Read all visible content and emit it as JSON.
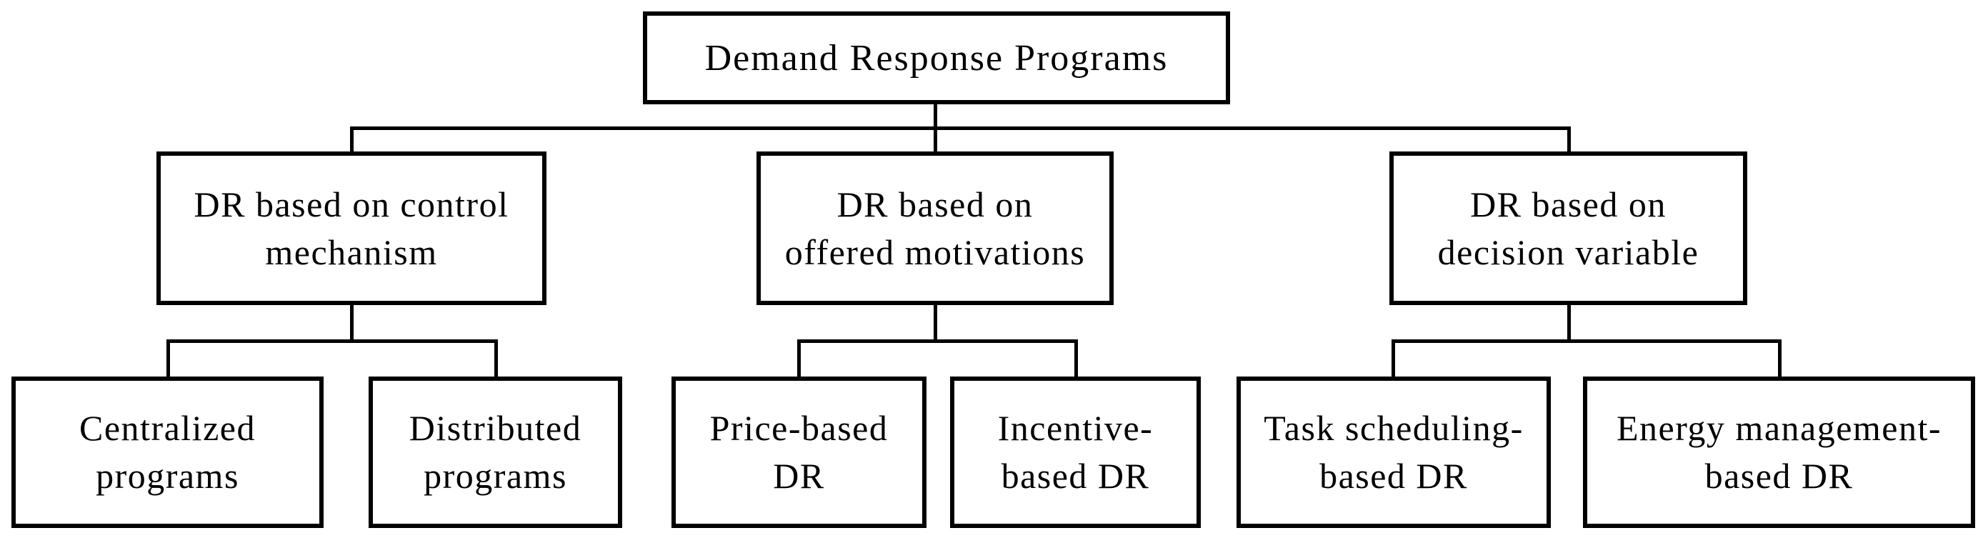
{
  "diagram": {
    "title": "Demand Response Programs classification tree",
    "style": {
      "ink_color": "#000000",
      "background_color": "#ffffff"
    },
    "tree": {
      "root": {
        "label": "Demand Response Programs"
      },
      "branches": [
        {
          "label": "DR based on control\nmechanism",
          "children": [
            {
              "label": "Centralized\nprograms"
            },
            {
              "label": "Distributed\nprograms"
            }
          ]
        },
        {
          "label": "DR based on\noffered motivations",
          "children": [
            {
              "label": "Price-based\nDR"
            },
            {
              "label": "Incentive-\nbased DR"
            }
          ]
        },
        {
          "label": "DR based on\ndecision variable",
          "children": [
            {
              "label": "Task scheduling-\nbased DR"
            },
            {
              "label": "Energy management-\nbased DR"
            }
          ]
        }
      ]
    }
  }
}
